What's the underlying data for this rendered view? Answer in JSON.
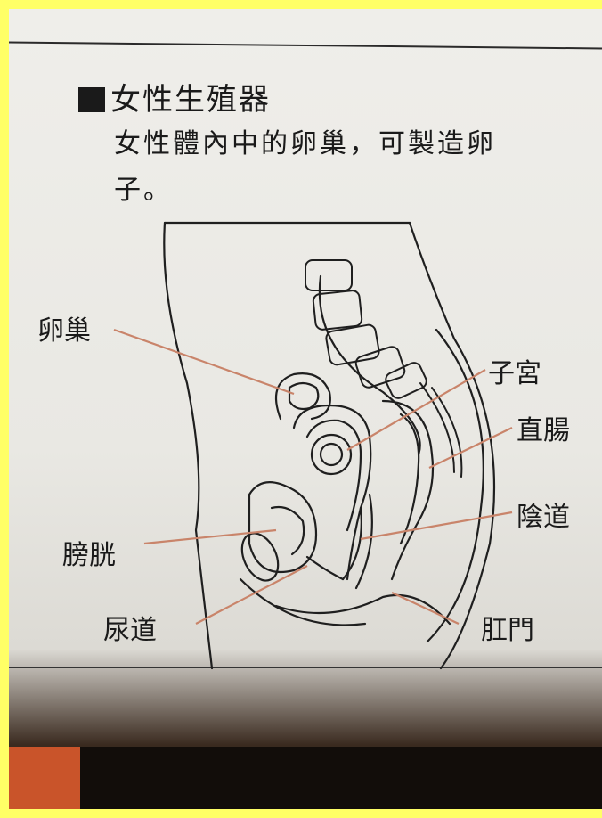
{
  "title": "女性生殖器",
  "description": "女性體內中的卵巢，可製造卵子。",
  "labels": {
    "ovary": "卵巢",
    "uterus": "子宮",
    "rectum": "直腸",
    "vagina": "陰道",
    "bladder": "膀胱",
    "urethra": "尿道",
    "anus": "肛門"
  },
  "colors": {
    "border": "#ffff66",
    "paper": "#ecebe6",
    "ink": "#1a1a1a",
    "leader": "#c9846a"
  }
}
